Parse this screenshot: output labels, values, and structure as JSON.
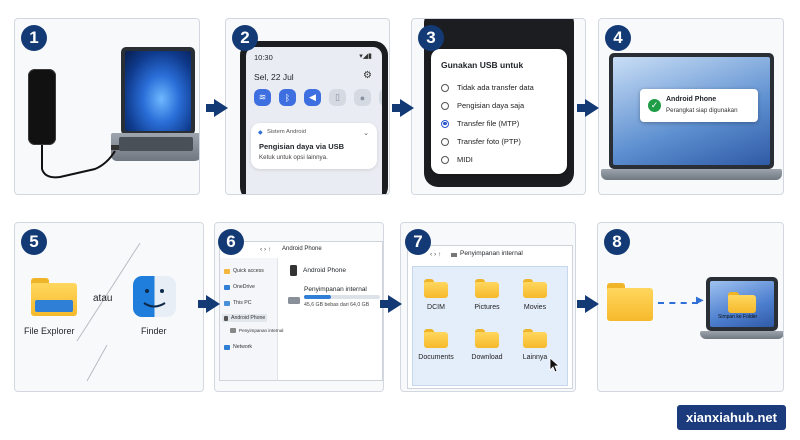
{
  "steps": [
    {
      "number": "1"
    },
    {
      "number": "2",
      "status_time": "10:30",
      "date": "Sel, 22 Jul",
      "notification": {
        "app": "Sistem Android",
        "title": "Pengisian daya via USB",
        "subtitle": "Ketuk untuk opsi lainnya."
      }
    },
    {
      "number": "3",
      "dialog_title": "Gunakan USB untuk",
      "options": [
        "Tidak ada transfer data",
        "Pengisian daya saja",
        "Transfer file (MTP)",
        "Transfer foto (PTP)",
        "MIDI"
      ],
      "selected": "Transfer file (MTP)"
    },
    {
      "number": "4",
      "toast_title": "Android Phone",
      "toast_subtitle": "Perangkat siap digunakan"
    },
    {
      "number": "5",
      "left_label": "File Explorer",
      "connector": "atau",
      "right_label": "Finder"
    },
    {
      "number": "6",
      "address": "Android Phone",
      "sidebar": [
        "Quick access",
        "OneDrive",
        "This PC",
        "Android Phone",
        "Penyimpanan internal",
        "Network"
      ],
      "device_name": "Android Phone",
      "storage_name": "Penyimpanan internal",
      "storage_info": "45,6 GB bebas dari 64,0 GB"
    },
    {
      "number": "7",
      "address": "Penyimpanan internal",
      "folders": [
        "DCIM",
        "Pictures",
        "Movies",
        "Documents",
        "Download",
        "Lainnya"
      ]
    },
    {
      "number": "8",
      "destination_label": "Simpan ke Folder"
    }
  ],
  "brand": "xianxiahub.net",
  "colors": {
    "accent": "#133a75",
    "folder": "#f6b92c",
    "link": "#2f7fd6"
  }
}
